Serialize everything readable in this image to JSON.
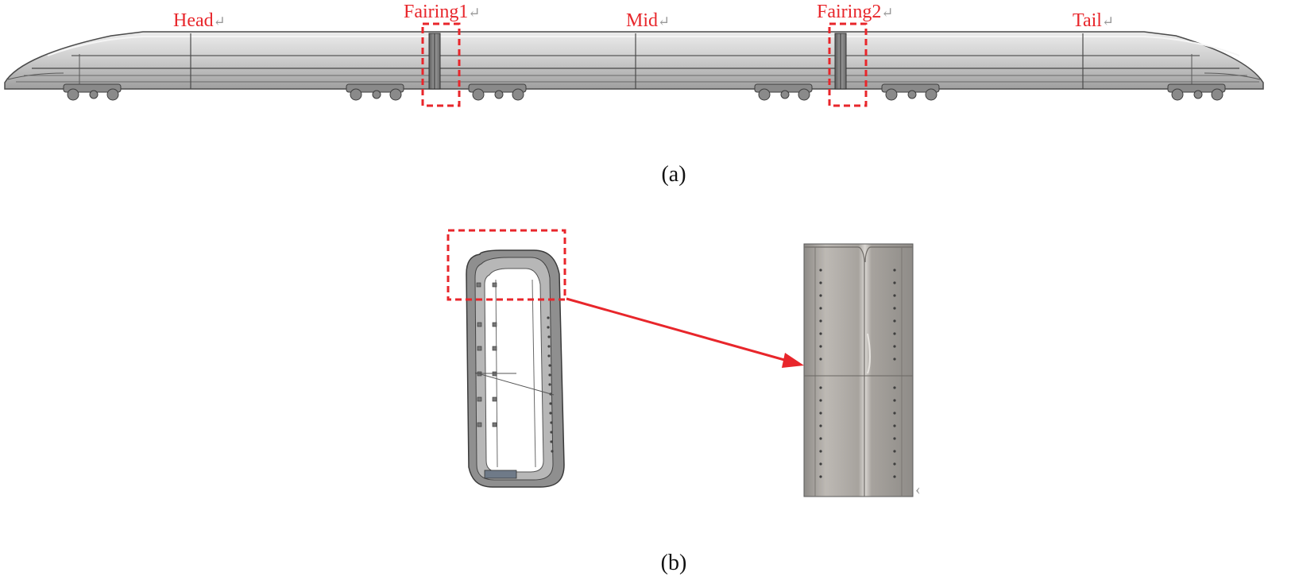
{
  "panel_a": {
    "caption": "(a)",
    "labels": [
      "Head",
      "Fairing1",
      "Mid",
      "Fairing2",
      "Tail"
    ],
    "return_mark": "↵"
  },
  "panel_b": {
    "caption": "(b)",
    "return_mark": "‹"
  },
  "colors": {
    "annotation": "#e8262b",
    "body_fill": "#c9c9c9",
    "body_stroke": "#4a4a4a",
    "detail_fill": "#a9a6a2",
    "caption": "#111111"
  }
}
